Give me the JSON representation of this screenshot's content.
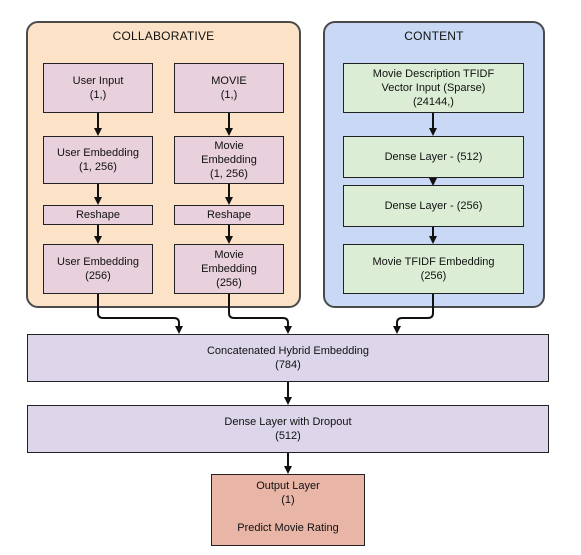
{
  "panels": {
    "collaborative": {
      "title": "COLLABORATIVE",
      "color": "#fce3c8"
    },
    "content": {
      "title": "CONTENT",
      "color": "#c9d9f5"
    }
  },
  "collab": {
    "user_input": {
      "line1": "User Input",
      "line2": "(1,)"
    },
    "movie": {
      "line1": "MOVIE",
      "line2": "(1,)"
    },
    "user_embedding": {
      "line1": "User Embedding",
      "line2": "(1, 256)"
    },
    "movie_embedding": {
      "line1": "Movie",
      "line2": "Embedding",
      "line3": "(1, 256)"
    },
    "reshape_user": {
      "label": "Reshape"
    },
    "reshape_movie": {
      "label": "Reshape"
    },
    "user_embedding_out": {
      "line1": "User Embedding",
      "line2": "(256)"
    },
    "movie_embedding_out": {
      "line1": "Movie",
      "line2": "Embedding",
      "line3": "(256)"
    }
  },
  "content": {
    "tfidf_input": {
      "line1": "Movie Description TFIDF",
      "line2": "Vector Input (Sparse)",
      "line3": "(24144,)"
    },
    "dense_512": {
      "label": "Dense Layer  - (512)"
    },
    "dense_256": {
      "label": "Dense Layer - (256)"
    },
    "tfidf_embedding": {
      "line1": "Movie TFIDF Embedding",
      "line2": "(256)"
    }
  },
  "hybrid": {
    "concat": {
      "line1": "Concatenated Hybrid Embedding",
      "line2": "(784)"
    },
    "dropout": {
      "line1": "Dense Layer with Dropout",
      "line2": "(512)"
    },
    "output": {
      "line1": "Output Layer",
      "line2": "(1)",
      "line3": "Predict Movie Rating"
    }
  }
}
